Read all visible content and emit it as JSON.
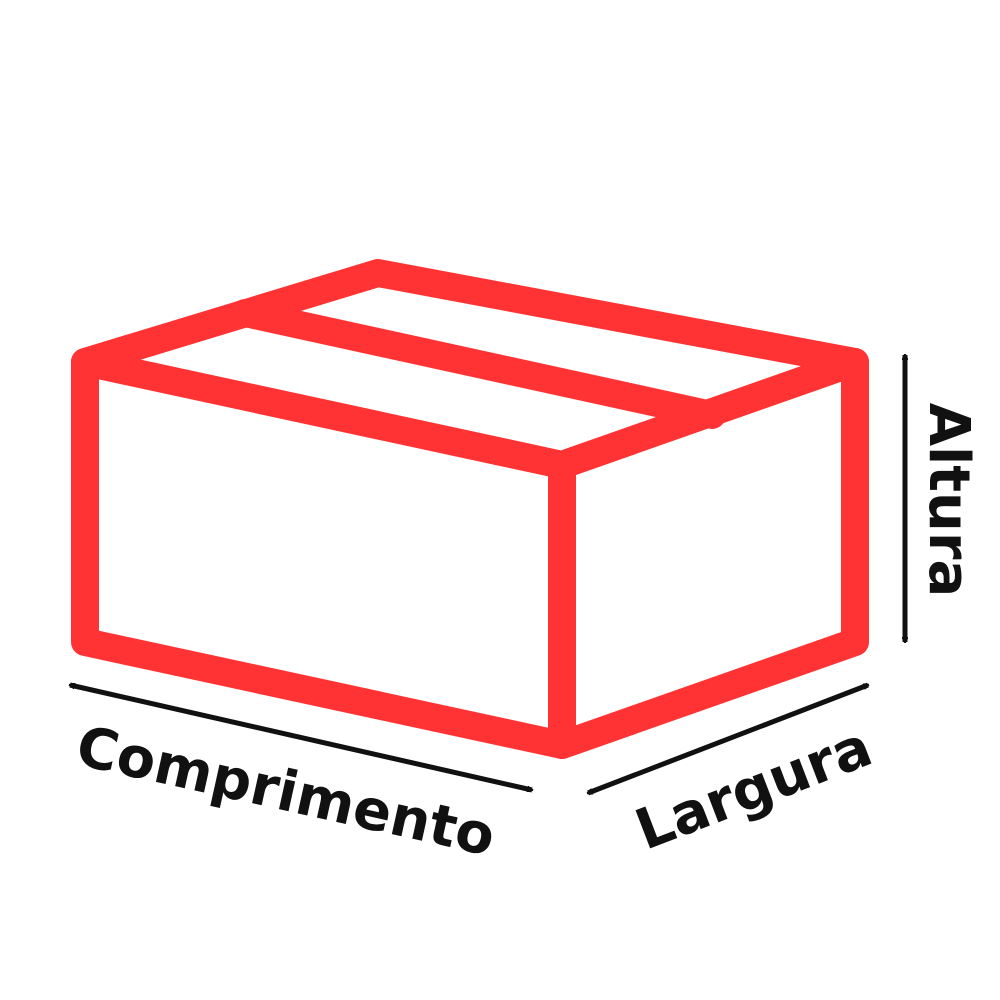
{
  "diagram": {
    "box_color": "#ff3333",
    "arrow_color": "#111111",
    "labels": {
      "length": "Comprimento",
      "width": "Largura",
      "height": "Altura"
    }
  }
}
